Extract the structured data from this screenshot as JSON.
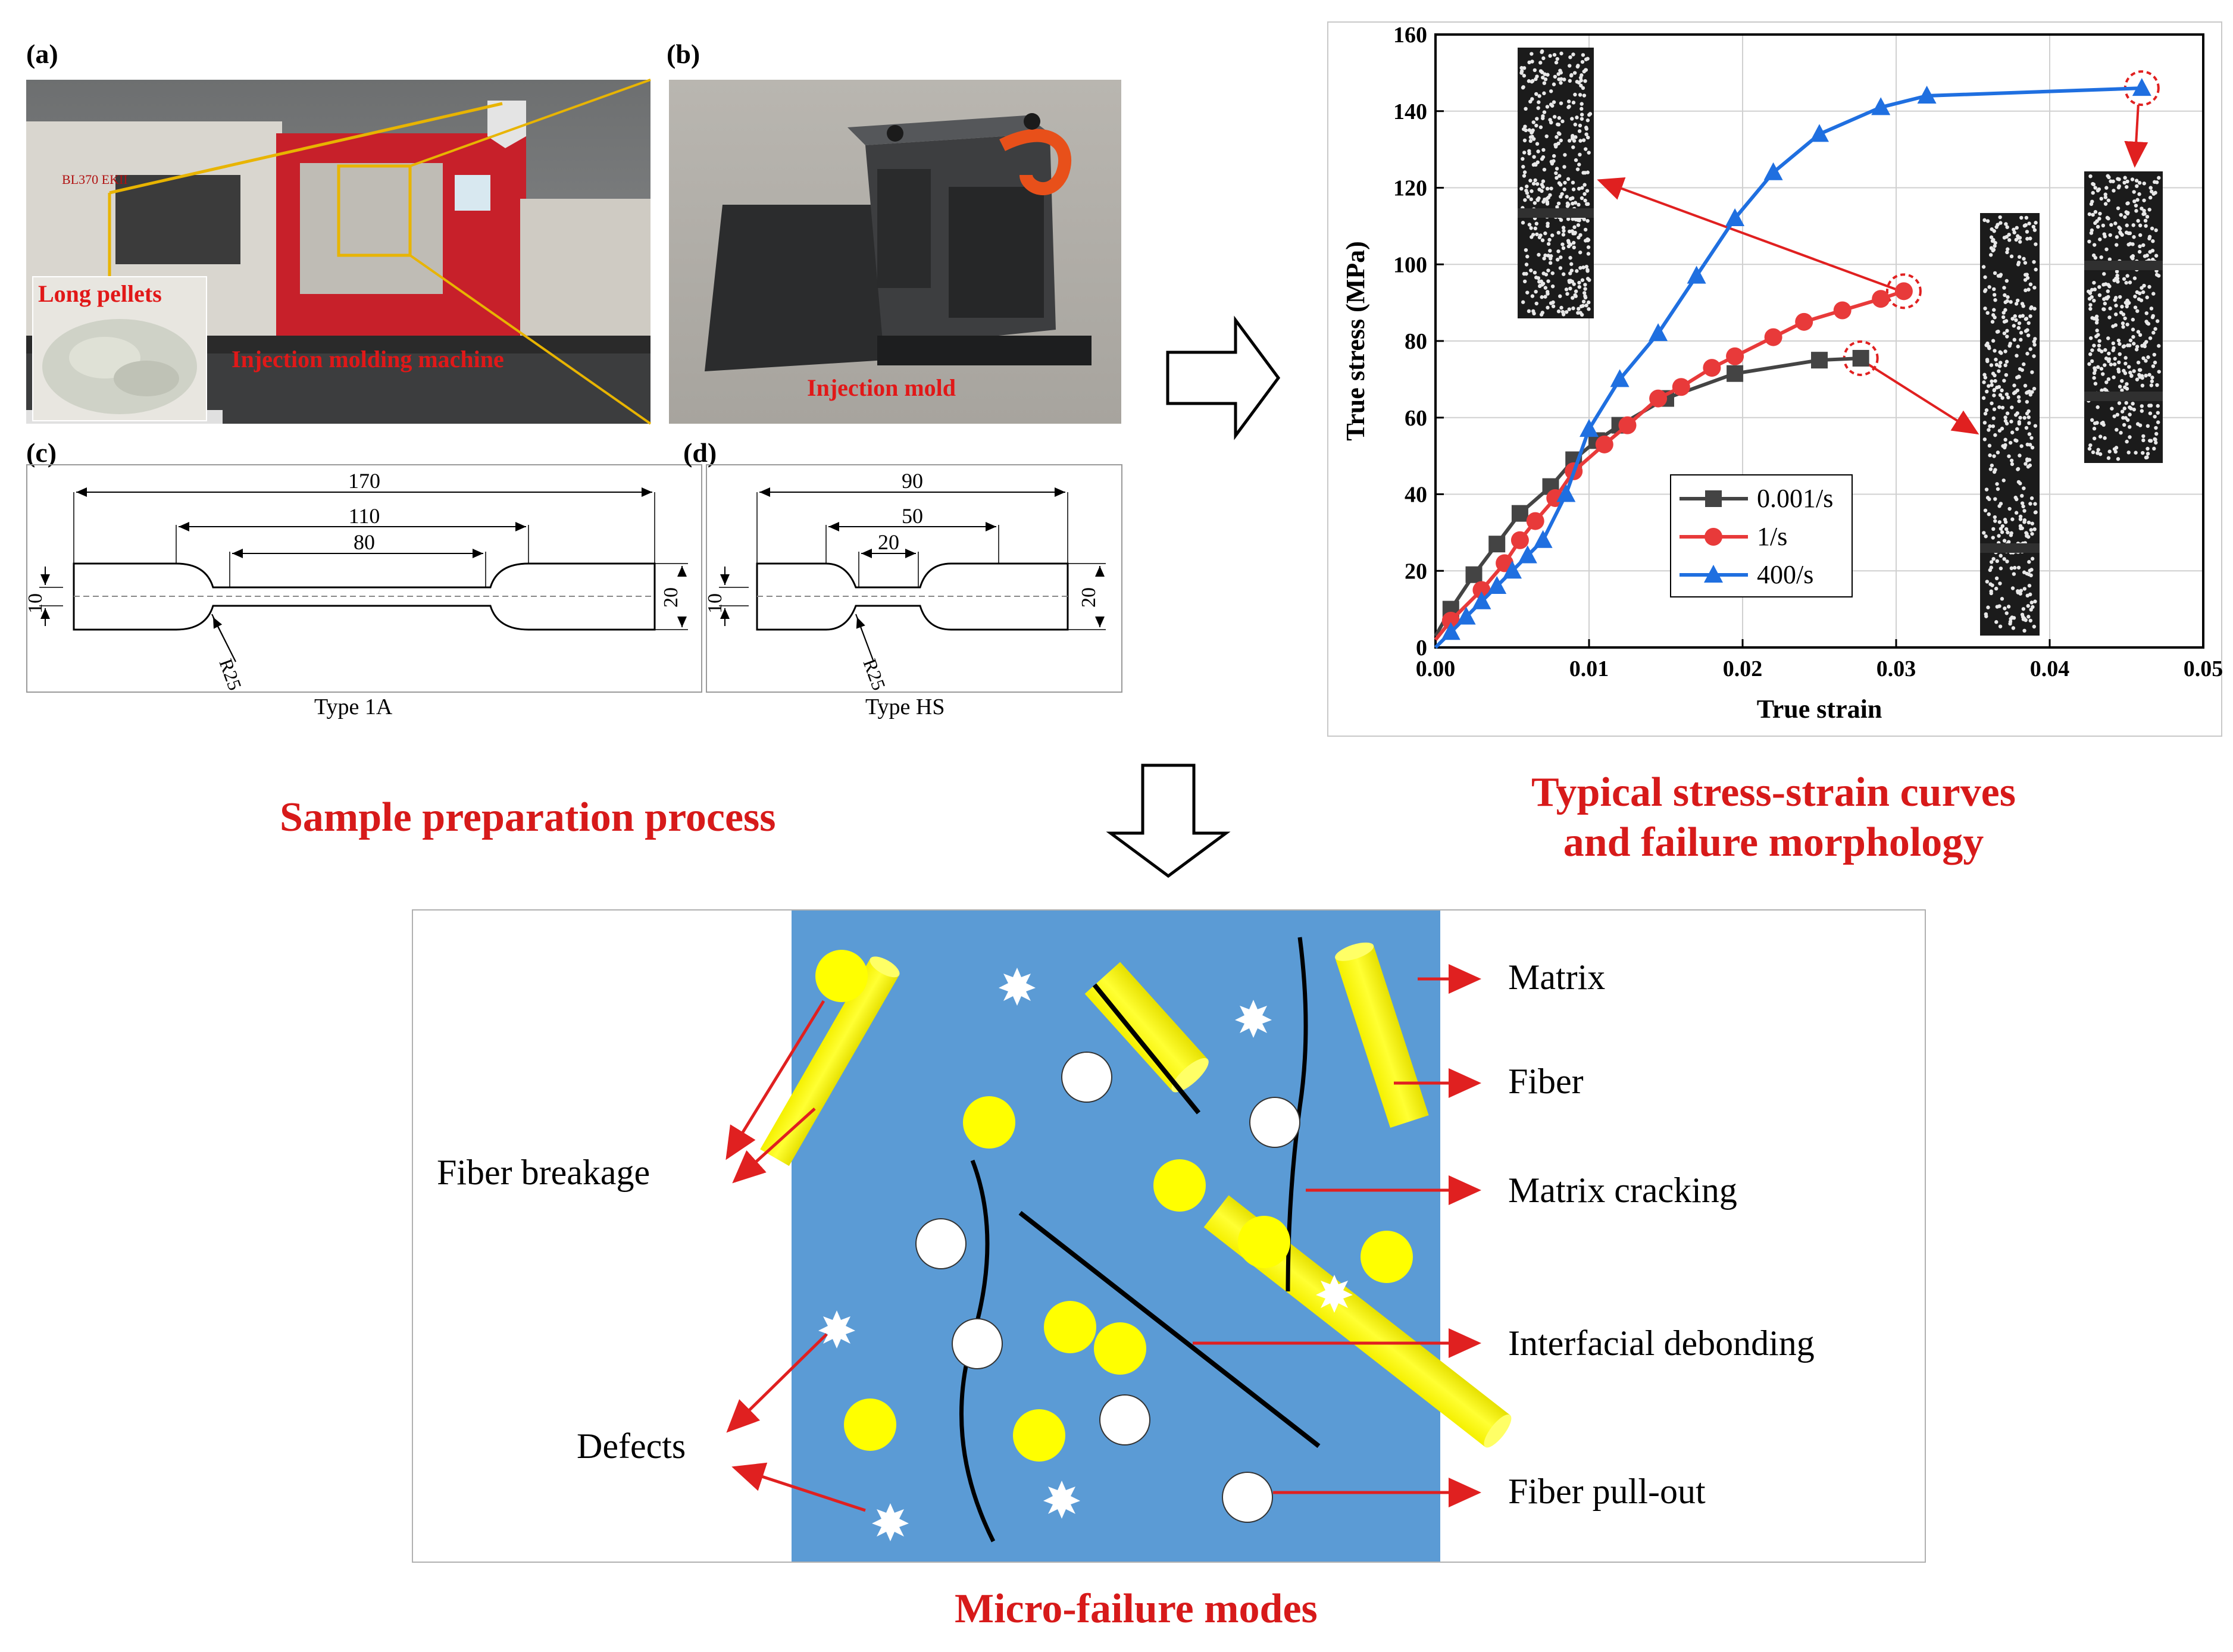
{
  "panels": {
    "a": {
      "label": "(a)",
      "machine_model": "BL370 EKII",
      "long_pellets": "Long pellets",
      "machine": "Injection molding machine"
    },
    "b": {
      "label": "(b)",
      "mold": "Injection mold"
    },
    "c": {
      "label": "(c)",
      "type_name": "Type 1A",
      "dims": {
        "overall": "170",
        "middle": "110",
        "gauge": "80",
        "thickness": "10",
        "end_width": "20",
        "radius": "R25"
      }
    },
    "d": {
      "label": "(d)",
      "type_name": "Type HS",
      "dims": {
        "overall": "90",
        "middle": "50",
        "gauge": "20",
        "thickness": "10",
        "end_width": "20",
        "radius": "R25"
      }
    }
  },
  "captions": {
    "sample_prep": "Sample preparation process",
    "stress_strain_line1": "Typical stress-strain curves",
    "stress_strain_line2": "and failure morphology",
    "micro_failure": "Micro-failure modes"
  },
  "chart_data": {
    "type": "line",
    "title": "",
    "xlabel": "True strain",
    "ylabel": "True stress (MPa)",
    "xlim": [
      0,
      0.05
    ],
    "ylim": [
      0,
      160
    ],
    "xticks": [
      "0.00",
      "0.01",
      "0.02",
      "0.03",
      "0.04",
      "0.05"
    ],
    "yticks": [
      "0",
      "20",
      "40",
      "60",
      "80",
      "100",
      "120",
      "140",
      "160"
    ],
    "grid": true,
    "legend_position": "lower-center",
    "series": [
      {
        "name": "0.001/s",
        "color": "#444444",
        "marker": "square",
        "x": [
          0.0,
          0.001,
          0.0025,
          0.004,
          0.0055,
          0.0075,
          0.009,
          0.0105,
          0.012,
          0.015,
          0.0195,
          0.025,
          0.0277
        ],
        "y": [
          3,
          10,
          19,
          27,
          35,
          42,
          49,
          54,
          58,
          65,
          71.5,
          75,
          75.5
        ]
      },
      {
        "name": "1/s",
        "color": "#e83a3a",
        "marker": "circle",
        "x": [
          0.0,
          0.001,
          0.003,
          0.0045,
          0.0055,
          0.0065,
          0.0078,
          0.009,
          0.011,
          0.0125,
          0.0145,
          0.016,
          0.018,
          0.0195,
          0.022,
          0.024,
          0.0265,
          0.029,
          0.0305
        ],
        "y": [
          2,
          7,
          15,
          22,
          28,
          33,
          39,
          46,
          53,
          58,
          65,
          68,
          73,
          76,
          81,
          85,
          88,
          91,
          93
        ]
      },
      {
        "name": "400/s",
        "color": "#1f6fe0",
        "marker": "triangle",
        "x": [
          0.0,
          0.001,
          0.002,
          0.003,
          0.004,
          0.005,
          0.006,
          0.007,
          0.0085,
          0.01,
          0.012,
          0.0145,
          0.017,
          0.0195,
          0.022,
          0.025,
          0.029,
          0.032,
          0.046
        ],
        "y": [
          0,
          4,
          8,
          12,
          16,
          20,
          24,
          28,
          40,
          57,
          70,
          82,
          97,
          112,
          124,
          134,
          141,
          144,
          146
        ]
      }
    ]
  },
  "schematic": {
    "labels_right": [
      "Matrix",
      "Fiber",
      "Matrix cracking",
      "Interfacial debonding",
      "Fiber pull-out"
    ],
    "labels_left": [
      "Fiber breakage",
      "Defects"
    ],
    "colors": {
      "matrix": "#5b9bd5",
      "fiber": "#ffff00",
      "arrow": "#e02020"
    }
  },
  "icons": {
    "right_arrow": "hollow-right-arrow",
    "down_arrow": "hollow-down-arrow"
  }
}
